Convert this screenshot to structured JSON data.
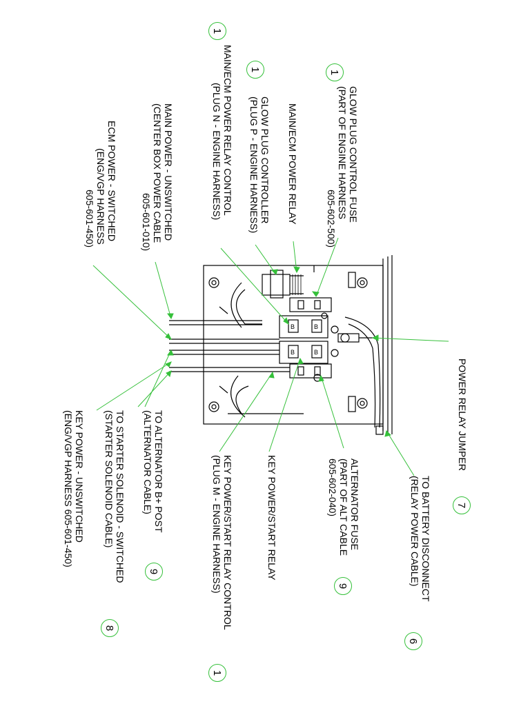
{
  "labels_top": {
    "glow_fuse": [
      "GLOW PLUG CONTROL FUSE",
      "(PART OF ENGINE HARNESS",
      "605-602-500)"
    ],
    "main_relay": [
      "MAIN/ECM POWER RELAY"
    ],
    "glow_controller": [
      "GLOW PLUG CONTROLLER",
      "(PLUG P - ENGINE HARNESS)"
    ],
    "main_relay_control": [
      "MAIN/ECM POWER RELAY CONTROL",
      "(PLUG N - ENGINE HARNESS)"
    ],
    "main_power": [
      "MAIN POWER - UNSWITCHED",
      "(CENTER BOX POWER CABLE",
      "605-601-010)"
    ],
    "ecm_power": [
      "ECM POWER - SWITCHED",
      "(ENG/VGP HARNESS",
      "605-601-450)"
    ]
  },
  "labels_right": {
    "power_relay_jumper": [
      "POWER RELAY JUMPER"
    ]
  },
  "labels_bottom": {
    "battery_disconnect": [
      "TO BATTERY DISCONNECT",
      "(RELAY POWER CABLE)"
    ],
    "alternator_fuse": [
      "ALTERNATOR FUSE",
      "(PART OF ALT CABLE",
      "605-602-040)"
    ],
    "key_relay": [
      "KEY POWER/START RELAY"
    ],
    "key_relay_control": [
      "KEY POWER/START RELAY CONTROL",
      "(PLUG M - ENGINE HARNESS)"
    ],
    "alternator_post": [
      "TO ALTERNATOR B+ POST",
      "(ALTERNATOR CABLE)"
    ],
    "starter_solenoid": [
      "TO STARTER SOLENOID - SWITCHED",
      "(STARTER SOLENOID CABLE)"
    ],
    "key_power": [
      "KEY POWER - UNSWITCHED",
      "(ENG/VGP HARNESS 605-601-450)"
    ]
  },
  "callouts": {
    "glow_fuse": "1",
    "glow_controller": "1",
    "main_relay_control": "1",
    "power_relay_jumper": "7",
    "battery_disconnect": "6",
    "alternator_fuse": "9",
    "alternator_post": "9",
    "starter_solenoid": "8",
    "key_relay_control": "1"
  },
  "colors": {
    "leader": "#35c03a",
    "line": "#000000"
  }
}
